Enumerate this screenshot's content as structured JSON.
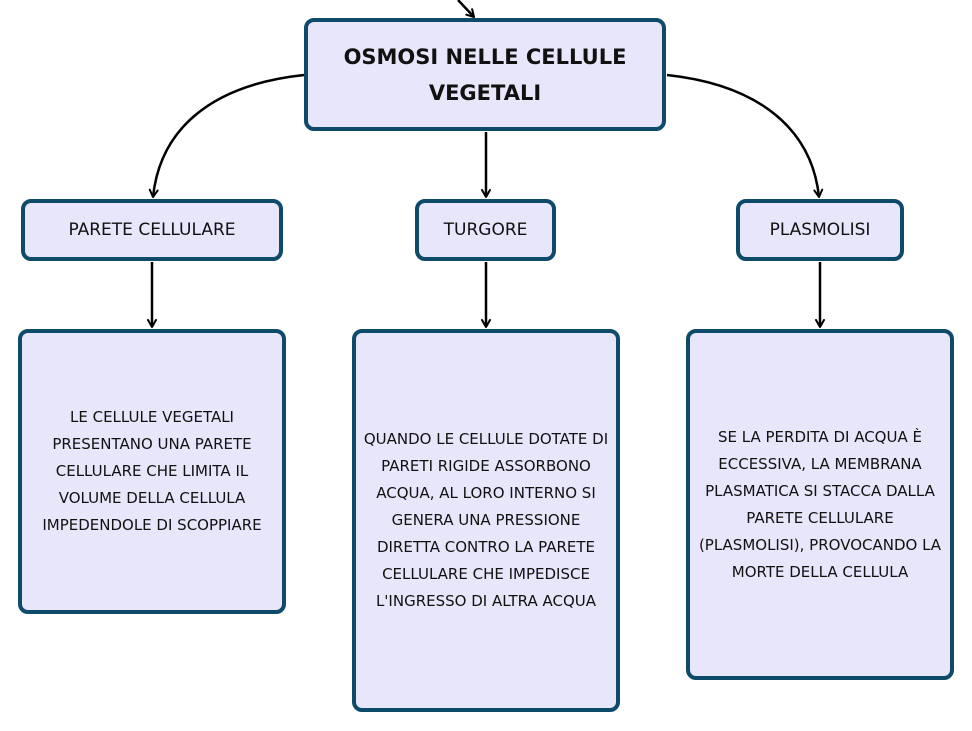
{
  "diagram": {
    "main_node": {
      "label": "OSMOSI NELLE CELLULE VEGETALI"
    },
    "branches": [
      {
        "category": "PARETE CELLULARE",
        "description": "LE CELLULE VEGETALI PRESENTANO UNA PARETE CELLULARE CHE LIMITA IL VOLUME DELLA CELLULA IMPEDENDOLE DI SCOPPIARE"
      },
      {
        "category": "TURGORE",
        "description": "QUANDO LE CELLULE DOTATE DI PARETI RIGIDE ASSORBONO ACQUA, AL LORO INTERNO SI GENERA UNA PRESSIONE DIRETTA CONTRO LA PARETE CELLULARE CHE IMPEDISCE L'INGRESSO DI ALTRA ACQUA"
      },
      {
        "category": "PLASMOLISI",
        "description": "SE LA PERDITA DI ACQUA È ECCESSIVA, LA MEMBRANA PLASMATICA SI STACCA DALLA PARETE CELLULARE (PLASMOLISI), PROVOCANDO LA MORTE DELLA CELLULA"
      }
    ]
  },
  "colors": {
    "node_fill": "#e8e6fb",
    "node_border": "#0e4a6a",
    "connector": "#000000",
    "text": "#111111"
  }
}
